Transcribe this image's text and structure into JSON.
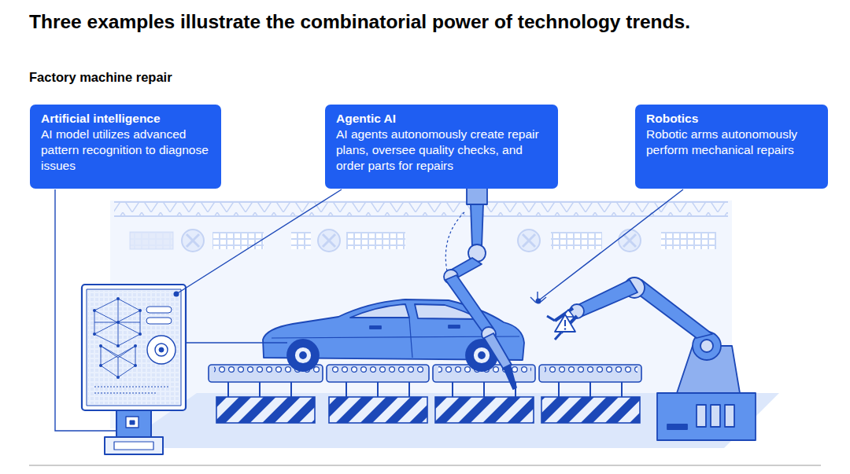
{
  "diagram": {
    "title": "Three examples illustrate the combinatorial power of technology trends.",
    "nodes": [
      {
        "text": [
          "Artificial intelligence",
          "AI model utilizes advanced pattern recognition to diagnose issues"
        ]
      },
      {
        "text": [
          "Agentic AI",
          "AI agents autonomously create repair plans, oversee quality checks, and order parts for repairs"
        ]
      },
      {
        "text": [
          "Robotics",
          "Robotic arms autonomously perform mechanical repairs"
        ]
      }
    ],
    "labels": [
      "Factory machine repair"
    ]
  }
}
